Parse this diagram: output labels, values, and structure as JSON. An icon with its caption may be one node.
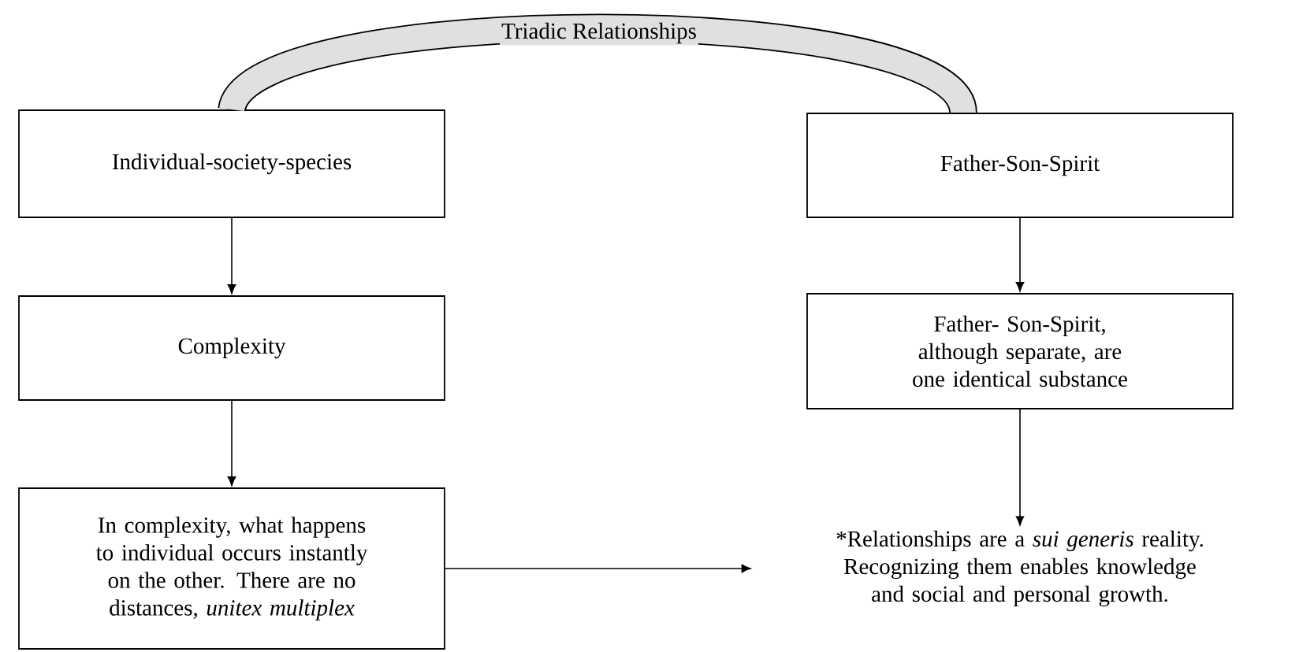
{
  "diagram": {
    "nodes": [
      {
        "text": [
          "Individual-society-species"
        ]
      },
      {
        "text": [
          "Complexity"
        ]
      },
      {
        "text": [
          "In complexity, what happens to individual occurs instantly on the other. There are no distances, *unitex multiplex*"
        ]
      },
      {
        "text": [
          "Father-Son-Spirit"
        ]
      },
      {
        "text": [
          "Father- Son-Spirit, although separate, are one identical substance"
        ]
      },
      {
        "text": [
          "*Relationships are a *sui generis* reality. Recognizing them enables knowledge and social and personal growth."
        ]
      }
    ],
    "edges": [
      {
        "from": 0,
        "to": 3,
        "arrow": "none",
        "style": "thick",
        "label": "Triadic Relationships"
      },
      {
        "from": 0,
        "to": 1,
        "arrow": "to"
      },
      {
        "from": 1,
        "to": 2,
        "arrow": "to"
      },
      {
        "from": 3,
        "to": 4,
        "arrow": "to"
      },
      {
        "from": 4,
        "to": 5,
        "arrow": "to"
      },
      {
        "from": 2,
        "to": 5,
        "arrow": "to"
      }
    ]
  }
}
